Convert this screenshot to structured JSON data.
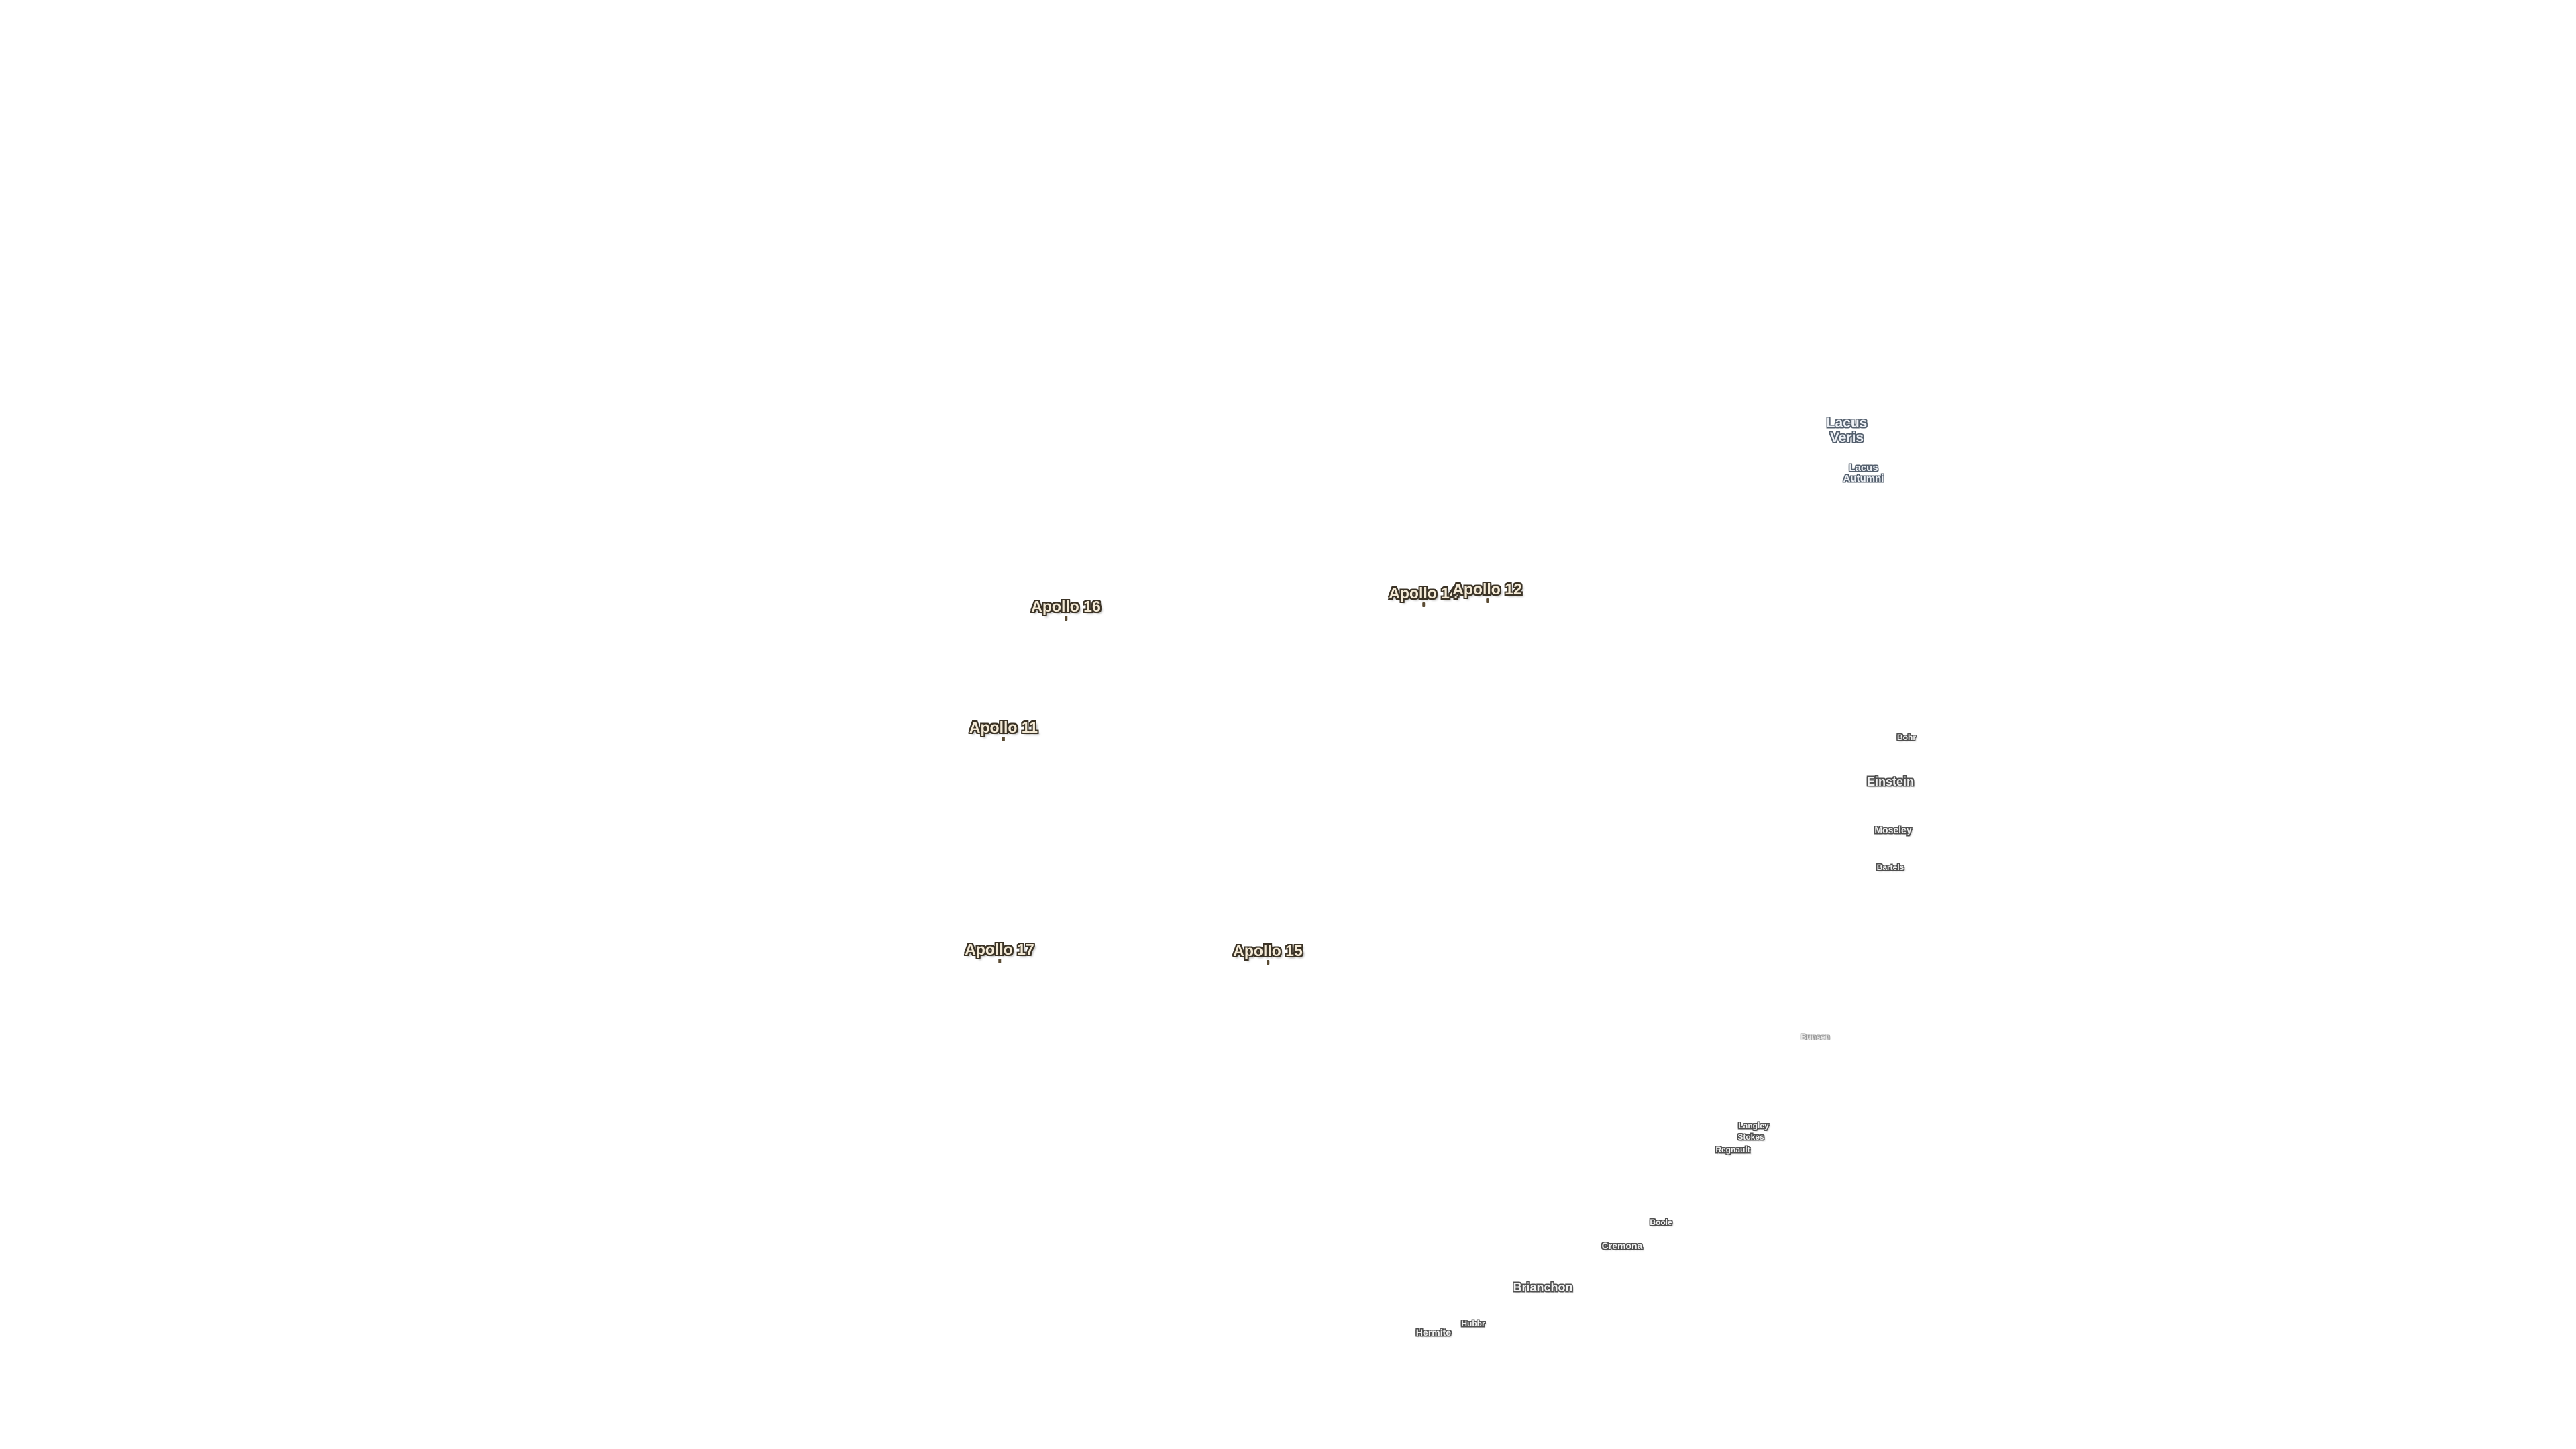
{
  "map": {
    "background": "#ffffff",
    "apollo_sites": [
      {
        "id": "apollo16",
        "label": "Apollo 16"
      },
      {
        "id": "apollo14",
        "label": "Apollo 14"
      },
      {
        "id": "apollo12",
        "label": "Apollo 12"
      },
      {
        "id": "apollo11",
        "label": "Apollo 11"
      },
      {
        "id": "apollo17",
        "label": "Apollo 17"
      },
      {
        "id": "apollo15",
        "label": "Apollo 15"
      }
    ],
    "maria": [
      {
        "id": "lacus-veris",
        "line1": "Lacus",
        "line2": "Veris"
      },
      {
        "id": "lacus-autumni",
        "line1": "Lacus",
        "line2": "Autumni"
      }
    ],
    "craters": [
      {
        "id": "bohr",
        "label": "Bohr"
      },
      {
        "id": "einstein",
        "label": "Einstein"
      },
      {
        "id": "moseley",
        "label": "Moseley"
      },
      {
        "id": "bartels",
        "label": "Bartels"
      },
      {
        "id": "bunsen",
        "label": "Bunsen"
      },
      {
        "id": "langley",
        "label": "Langley"
      },
      {
        "id": "stokes",
        "label": "Stokes"
      },
      {
        "id": "regnault",
        "label": "Regnault"
      },
      {
        "id": "boole",
        "label": "Boole"
      },
      {
        "id": "cremona",
        "label": "Cremona"
      },
      {
        "id": "brianchon",
        "label": "Brianchon"
      },
      {
        "id": "hubbr",
        "label": "Hubbr"
      },
      {
        "id": "hermite",
        "label": "Hermite"
      }
    ],
    "colors": {
      "apollo_label_fill": "#f4ead6",
      "apollo_label_outline": "#3b3326",
      "feature_label_fill": "#f2f2f2",
      "feature_label_outline": "#505050",
      "mare_label_outline": "#55606e"
    }
  }
}
